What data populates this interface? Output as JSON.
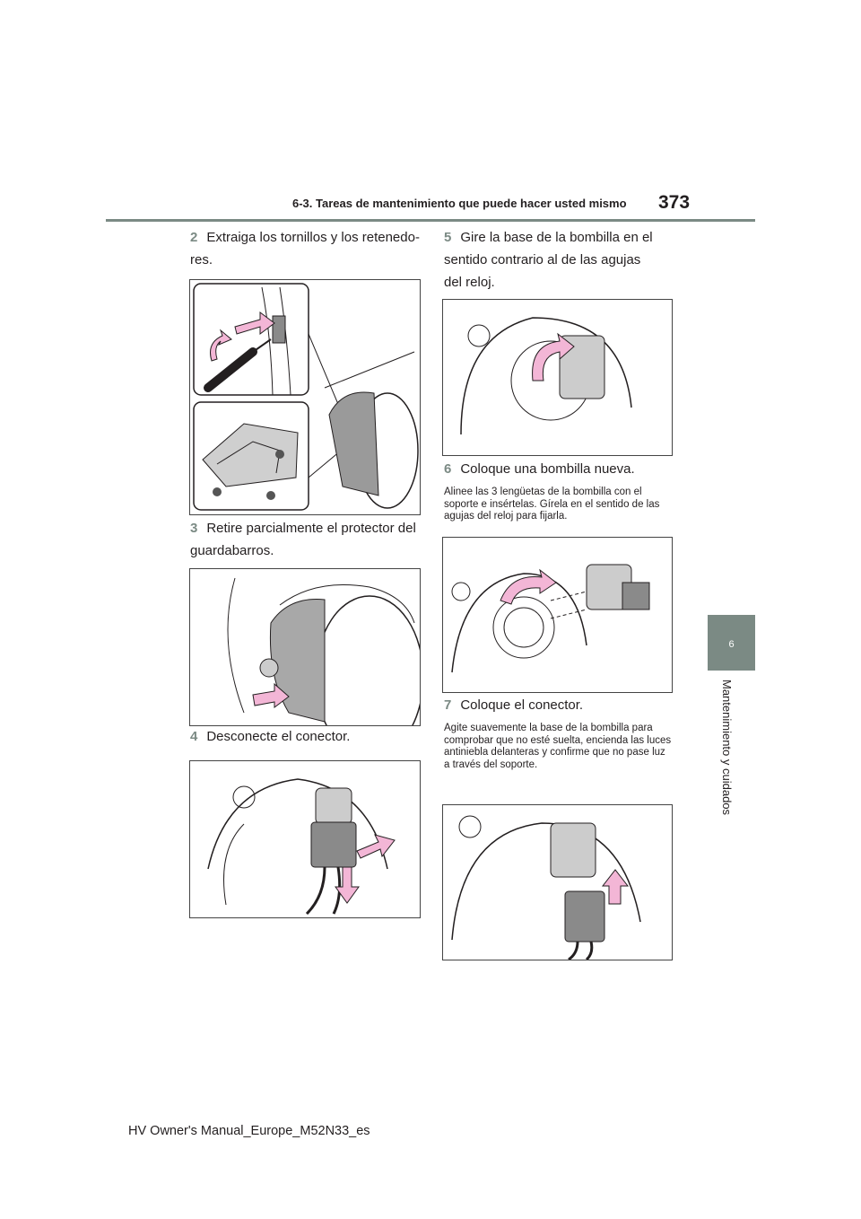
{
  "header": {
    "section_title": "6-3. Tareas de mantenimiento que puede hacer usted mismo",
    "page_number": "373"
  },
  "side_tab": {
    "chapter_number": "6",
    "chapter_label": "Mantenimiento y cuidados"
  },
  "steps": [
    {
      "number": "2",
      "text": "Extraiga los tornillos y los retenedo-\nres."
    },
    {
      "number": "3",
      "text": "Retire parcialmente el protector del\nguardabarros."
    },
    {
      "number": "4",
      "text": "Desconecte el conector."
    },
    {
      "number": "5",
      "text": "Gire la base de la bombilla en el\nsentido contrario al de las agujas\ndel reloj."
    },
    {
      "number": "6",
      "text": "Coloque una bombilla nueva.",
      "note": "Alinee las 3 lengüetas de la bombilla con el soporte e insértelas. Gírela en el sentido de las agujas del reloj para fijarla."
    },
    {
      "number": "7",
      "text": "Coloque el conector.",
      "note": "Agite suavemente la base de la bombilla para comprobar que no esté suelta, encienda las luces antiniebla delanteras y confirme que no pase luz a través del soporte."
    }
  ],
  "footer": {
    "text": "HV Owner's Manual_Europe_M52N33_es"
  },
  "colors": {
    "accent_gray": "#7b8a84",
    "arrow_pink": "#f3b6d6",
    "line": "#231f20"
  }
}
